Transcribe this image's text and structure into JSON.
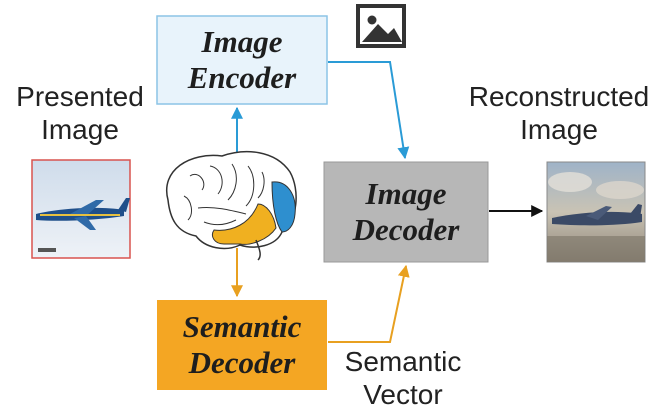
{
  "boxes": {
    "image_encoder": "Image\nEncoder",
    "image_decoder": "Image\nDecoder",
    "semantic_decoder": "Semantic\nDecoder"
  },
  "labels": {
    "presented_image": "Presented\nImage",
    "reconstructed_image": "Reconstructed\nImage",
    "semantic_vector": "Semantic\nVector"
  },
  "icons": [
    "image-icon",
    "brain-icon",
    "airplane-photo-icon"
  ],
  "colors": {
    "encoder_fill": "#e8f3fb",
    "encoder_border": "#8cc4e6",
    "decoder_fill": "#b7b7b7",
    "semantic_fill": "#f4a623",
    "blue_arrow": "#2a9bd6",
    "orange_arrow": "#e8a020",
    "black_arrow": "#111111",
    "brain_blue": "#2e8fcf",
    "brain_yellow": "#f0b020"
  }
}
